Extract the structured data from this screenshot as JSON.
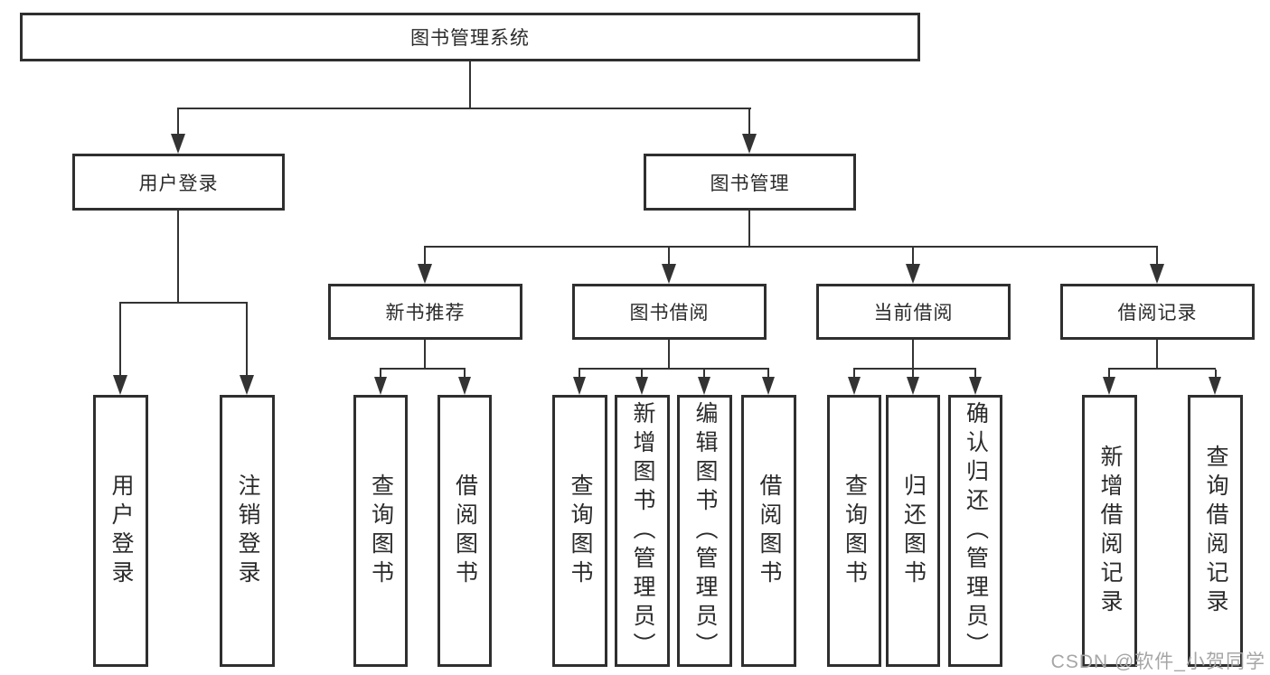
{
  "root": {
    "label": "图书管理系统"
  },
  "branches": [
    {
      "label": "用户登录",
      "children": [
        {
          "label": "用户登录"
        },
        {
          "label": "注销登录"
        }
      ]
    },
    {
      "label": "图书管理",
      "children": [
        {
          "label": "新书推荐",
          "children": [
            {
              "label": "查询图书"
            },
            {
              "label": "借阅图书"
            }
          ]
        },
        {
          "label": "图书借阅",
          "children": [
            {
              "label": "查询图书"
            },
            {
              "label": "新增图书（管理员）"
            },
            {
              "label": "编辑图书（管理员）"
            },
            {
              "label": "借阅图书"
            }
          ]
        },
        {
          "label": "当前借阅",
          "children": [
            {
              "label": "查询图书"
            },
            {
              "label": "归还图书"
            },
            {
              "label": "确认归还（管理员）"
            }
          ]
        },
        {
          "label": "借阅记录",
          "children": [
            {
              "label": "新增借阅记录"
            },
            {
              "label": "查询借阅记录"
            }
          ]
        }
      ]
    }
  ],
  "watermark": {
    "text": "CSDN @软件_小贺同学"
  },
  "colors": {
    "line": "#333333",
    "text": "#2b2b2b",
    "watermark": "#a6a6a6",
    "background": "#ffffff"
  }
}
